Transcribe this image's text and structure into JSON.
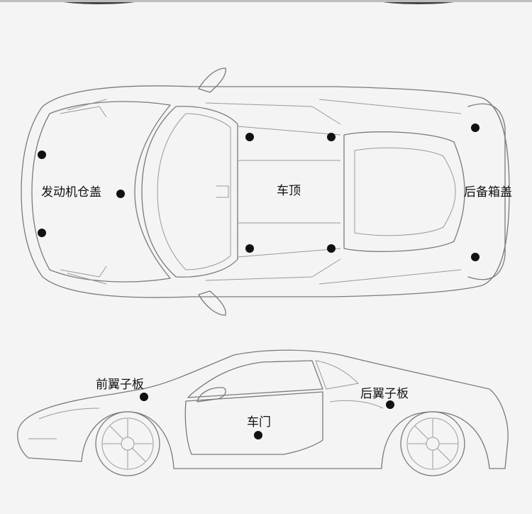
{
  "top_view": {
    "labels": {
      "hood": "发动机仓盖",
      "roof": "车顶",
      "trunk": "后备箱盖"
    }
  },
  "side_view": {
    "labels": {
      "front_fender": "前翼子板",
      "door": "车门",
      "rear_fender": "后翼子板"
    }
  },
  "colors": {
    "background": "#f4f4f4",
    "outline": "#7a7a7a",
    "marker": "#111111"
  }
}
